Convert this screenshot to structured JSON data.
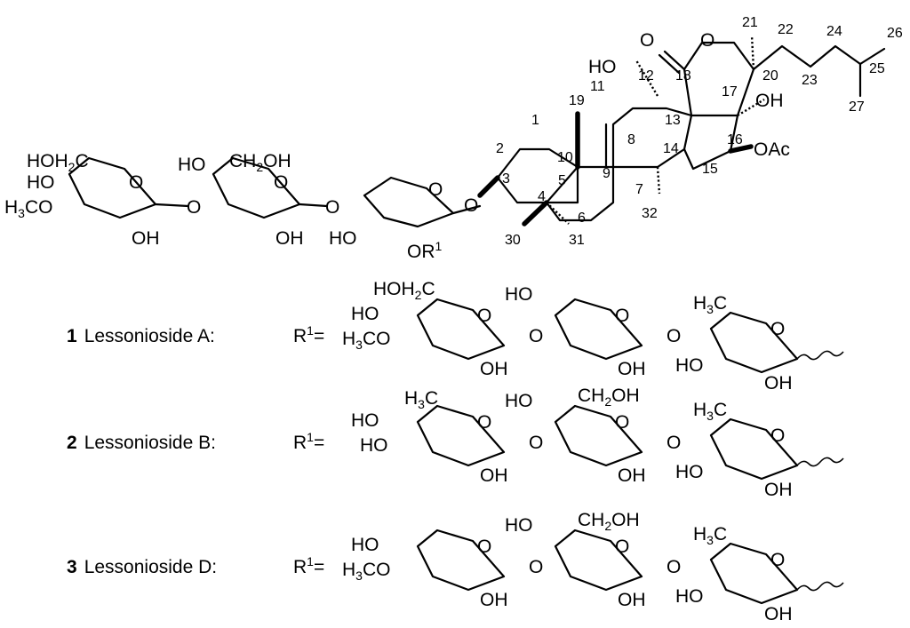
{
  "atoms": {
    "hoh2c": "HOH",
    "hoh2c_sub": "2",
    "hoh2c_c": "C",
    "ho": "HO",
    "h3c": "H",
    "h3c_sub": "3",
    "h3c_c": "CO",
    "oh": "OH",
    "ch2oh_c": "CH",
    "ch2oh_sub": "2",
    "ch2oh_oh": "OH",
    "o": "O",
    "or1": "OR",
    "r1_sup": "1",
    "oac": "OAc",
    "h3c_methyl": "H",
    "h3c_methyl_sub": "3",
    "h3c_methyl_c": "C",
    "r1_eq": "R",
    "r1_eq_sup": "1",
    "r1_eq_tail": "="
  },
  "carbon_numbers": {
    "c1": "1",
    "c2": "2",
    "c3": "3",
    "c4": "4",
    "c5": "5",
    "c6": "6",
    "c7": "7",
    "c8": "8",
    "c9": "9",
    "c10": "10",
    "c11": "11",
    "c12": "12",
    "c13": "13",
    "c14": "14",
    "c15": "15",
    "c16": "16",
    "c17": "17",
    "c18": "18",
    "c19": "19",
    "c20": "20",
    "c21": "21",
    "c22": "22",
    "c23": "23",
    "c24": "24",
    "c25": "25",
    "c26": "26",
    "c27": "27",
    "c30": "30",
    "c31": "31",
    "c32": "32"
  },
  "compounds": [
    {
      "number": "1",
      "name": "Lessonioside A:"
    },
    {
      "number": "2",
      "name": "Lessonioside B:"
    },
    {
      "number": "3",
      "name": "Lessonioside D:"
    }
  ]
}
